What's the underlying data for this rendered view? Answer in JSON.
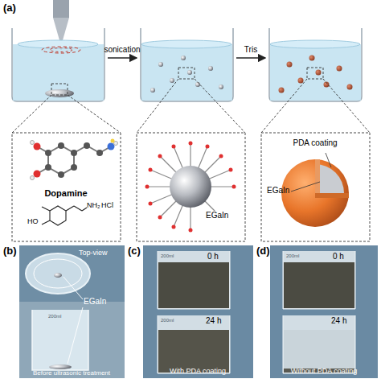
{
  "diagram": {
    "labels": [
      "(a)",
      "sonication",
      "Tris",
      "Dopamine",
      "HO",
      "NH₂",
      "HCl",
      "EGaIn",
      "PDA coating",
      "EGaIn",
      "(b)",
      "Top-view",
      "EGaIn",
      "Before ultrasonic treatment",
      "200ml",
      "(c)",
      "0 h",
      "24 h",
      "200ml",
      "200ml",
      "With PDA coating",
      "(d)",
      "0 h",
      "24 h",
      "200ml",
      "Without PDA coating"
    ]
  }
}
